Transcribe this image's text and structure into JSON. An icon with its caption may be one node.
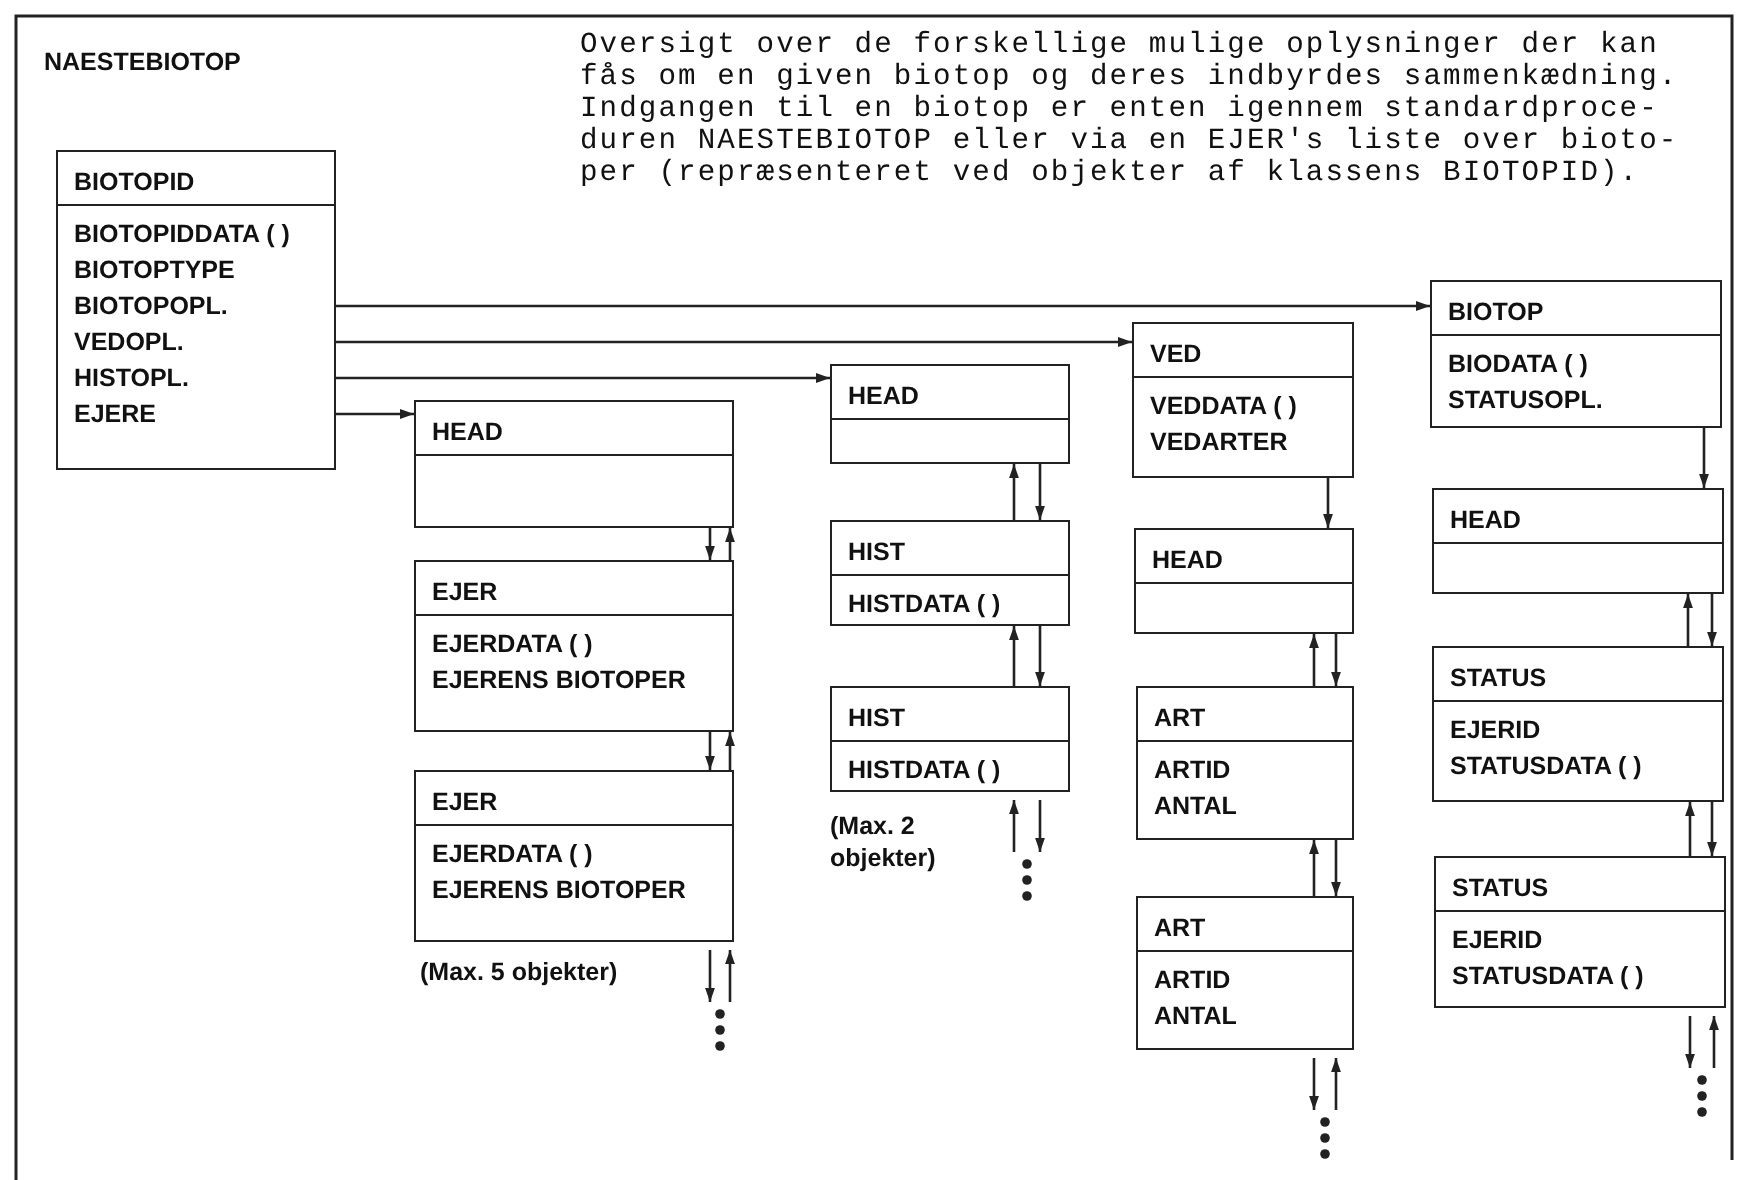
{
  "diagram": {
    "nodes": [
      {
        "text": [
          "BIOTOPID",
          "BIOTOPIDDATA ( )",
          "BIOTOPTYPE",
          "BIOTOPOPL.",
          "VEDOPL.",
          "HISTOPL.",
          "EJERE"
        ]
      },
      {
        "text": [
          "HEAD"
        ]
      },
      {
        "text": [
          "EJER",
          "EJERDATA ( )",
          "EJERENS BIOTOPER"
        ]
      },
      {
        "text": [
          "EJER",
          "EJERDATA ( )",
          "EJERENS BIOTOPER"
        ],
        "beside": [
          "(Max. 5 objekter)"
        ]
      },
      {
        "text": [
          "HEAD"
        ]
      },
      {
        "text": [
          "HIST",
          "HISTDATA ( )"
        ]
      },
      {
        "text": [
          "HIST",
          "HISTDATA ( )"
        ],
        "beside": [
          "(Max. 2 objekter)"
        ]
      },
      {
        "text": [
          "VED",
          "VEDDATA ( )",
          "VEDARTER"
        ]
      },
      {
        "text": [
          "HEAD"
        ]
      },
      {
        "text": [
          "ART",
          "ARTID",
          "ANTAL"
        ]
      },
      {
        "text": [
          "ART",
          "ARTID",
          "ANTAL"
        ]
      },
      {
        "text": [
          "BIOTOP",
          "BIODATA ( )",
          "STATUSOPL."
        ]
      },
      {
        "text": [
          "HEAD"
        ]
      },
      {
        "text": [
          "STATUS",
          "EJERID",
          "STATUSDATA ( )"
        ]
      },
      {
        "text": [
          "STATUS",
          "EJERID",
          "STATUSDATA ( )"
        ]
      }
    ],
    "edges": [
      {
        "from": 0,
        "to": 11,
        "arrow": "to"
      },
      {
        "from": 0,
        "to": 7,
        "arrow": "to"
      },
      {
        "from": 0,
        "to": 4,
        "arrow": "to"
      },
      {
        "from": 0,
        "to": 1,
        "arrow": "to"
      },
      {
        "from": 1,
        "to": 2,
        "arrow": "to"
      },
      {
        "from": 2,
        "to": 1,
        "arrow": "to"
      },
      {
        "from": 2,
        "to": 3,
        "arrow": "to"
      },
      {
        "from": 3,
        "to": 2,
        "arrow": "to"
      },
      {
        "from": 3,
        "to": null,
        "arrow": "to"
      },
      {
        "from": null,
        "to": 3,
        "arrow": "to"
      },
      {
        "from": 4,
        "to": 5,
        "arrow": "to"
      },
      {
        "from": 5,
        "to": 4,
        "arrow": "to"
      },
      {
        "from": 5,
        "to": 6,
        "arrow": "to"
      },
      {
        "from": 6,
        "to": 5,
        "arrow": "to"
      },
      {
        "from": 6,
        "to": null,
        "arrow": "to"
      },
      {
        "from": null,
        "to": 6,
        "arrow": "to"
      },
      {
        "from": 7,
        "to": 8,
        "arrow": "to"
      },
      {
        "from": 8,
        "to": 9,
        "arrow": "to"
      },
      {
        "from": 9,
        "to": 8,
        "arrow": "to"
      },
      {
        "from": 9,
        "to": 10,
        "arrow": "to"
      },
      {
        "from": 10,
        "to": 9,
        "arrow": "to"
      },
      {
        "from": 10,
        "to": null,
        "arrow": "to"
      },
      {
        "from": null,
        "to": 10,
        "arrow": "to"
      },
      {
        "from": 11,
        "to": 12,
        "arrow": "to"
      },
      {
        "from": 12,
        "to": 13,
        "arrow": "to"
      },
      {
        "from": 13,
        "to": 12,
        "arrow": "to"
      },
      {
        "from": 13,
        "to": 14,
        "arrow": "to"
      },
      {
        "from": 14,
        "to": 13,
        "arrow": "to"
      },
      {
        "from": 14,
        "to": null,
        "arrow": "to"
      },
      {
        "from": null,
        "to": 14,
        "arrow": "to"
      }
    ],
    "labels": [
      "NAESTEBIOTOP",
      "Oversigt over de forskellige mulige oplysninger der kan fås om en given biotop og deres indbyrdes sammenkædning. Indgangen til en biotop er enten igennem standardproce- duren NAESTEBIOTOP eller via en EJER's liste over bioto- per (repræsenteret ved objekter af klassens BIOTOPID)."
    ]
  }
}
